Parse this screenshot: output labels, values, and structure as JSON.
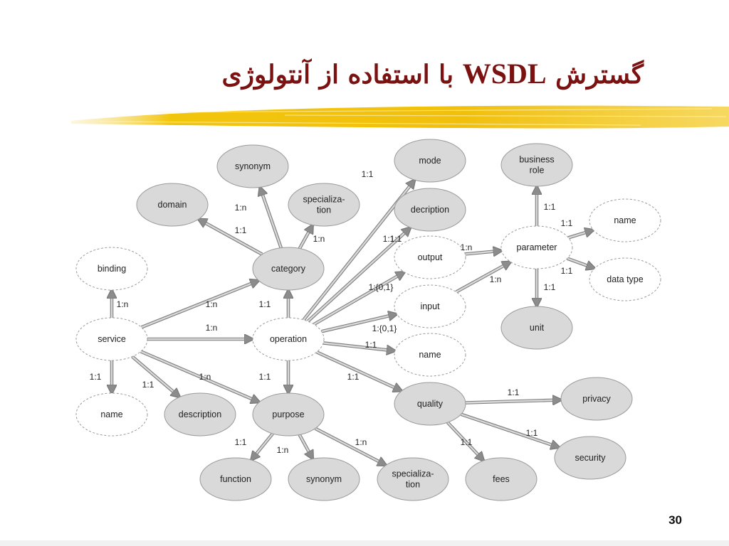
{
  "slide": {
    "title_pre": "گسترش ",
    "title_latin": "WSDL",
    "title_post": " با استفاده از آنتولوژی",
    "page_number": "30"
  },
  "colors": {
    "title": "#7b1212",
    "brush": "#f2c200",
    "filled_node": "#d9d9d9",
    "edge": "#8c8c8c"
  },
  "nodes": {
    "synonym_top": {
      "lines": [
        "synonym"
      ],
      "style": "filled"
    },
    "domain": {
      "lines": [
        "domain"
      ],
      "style": "filled"
    },
    "specialization_top": {
      "lines": [
        "specializa-",
        "tion"
      ],
      "style": "filled"
    },
    "category": {
      "lines": [
        "category"
      ],
      "style": "filled"
    },
    "binding": {
      "lines": [
        "binding"
      ],
      "style": "dashed"
    },
    "service": {
      "lines": [
        "service"
      ],
      "style": "dashed"
    },
    "operation": {
      "lines": [
        "operation"
      ],
      "style": "dashed"
    },
    "name_service": {
      "lines": [
        "name"
      ],
      "style": "dashed"
    },
    "description": {
      "lines": [
        "description"
      ],
      "style": "filled"
    },
    "purpose": {
      "lines": [
        "purpose"
      ],
      "style": "filled"
    },
    "function": {
      "lines": [
        "function"
      ],
      "style": "filled"
    },
    "synonym_bottom": {
      "lines": [
        "synonym"
      ],
      "style": "filled"
    },
    "specialization_bottom": {
      "lines": [
        "specializa-",
        "tion"
      ],
      "style": "filled"
    },
    "mode": {
      "lines": [
        "mode"
      ],
      "style": "filled"
    },
    "decription": {
      "lines": [
        "decription"
      ],
      "style": "filled"
    },
    "output": {
      "lines": [
        "output"
      ],
      "style": "dashed"
    },
    "input": {
      "lines": [
        "input"
      ],
      "style": "dashed"
    },
    "name_op": {
      "lines": [
        "name"
      ],
      "style": "dashed"
    },
    "quality": {
      "lines": [
        "quality"
      ],
      "style": "filled"
    },
    "business_role": {
      "lines": [
        "business",
        "role"
      ],
      "style": "filled"
    },
    "parameter": {
      "lines": [
        "parameter"
      ],
      "style": "dashed"
    },
    "name_param": {
      "lines": [
        "name"
      ],
      "style": "dashed"
    },
    "data_type": {
      "lines": [
        "data type"
      ],
      "style": "dashed"
    },
    "unit": {
      "lines": [
        "unit"
      ],
      "style": "filled"
    },
    "privacy": {
      "lines": [
        "privacy"
      ],
      "style": "filled"
    },
    "security": {
      "lines": [
        "security"
      ],
      "style": "filled"
    },
    "fees": {
      "lines": [
        "fees"
      ],
      "style": "filled"
    }
  },
  "edges": [
    {
      "from": "service",
      "to": "binding",
      "label": "1:n"
    },
    {
      "from": "service",
      "to": "category",
      "label": "1:n"
    },
    {
      "from": "service",
      "to": "operation",
      "label": "1:n"
    },
    {
      "from": "service",
      "to": "purpose",
      "label": "1:n"
    },
    {
      "from": "service",
      "to": "name_service",
      "label": "1:1"
    },
    {
      "from": "service",
      "to": "description",
      "label": "1:1"
    },
    {
      "from": "category",
      "to": "domain",
      "label": "1:1"
    },
    {
      "from": "category",
      "to": "synonym_top",
      "label": "1:n"
    },
    {
      "from": "category",
      "to": "specialization_top",
      "label": "1:n"
    },
    {
      "from": "operation",
      "to": "category",
      "label": "1:1"
    },
    {
      "from": "operation",
      "to": "purpose",
      "label": "1:1"
    },
    {
      "from": "operation",
      "to": "mode",
      "label": "1:1"
    },
    {
      "from": "operation",
      "to": "decription",
      "label": "1:1"
    },
    {
      "from": "operation",
      "to": "output",
      "label": ""
    },
    {
      "from": "operation",
      "to": "input",
      "label": "1:{0,1}"
    },
    {
      "from": "operation",
      "to": "name_op",
      "label": "1:1"
    },
    {
      "from": "operation",
      "to": "quality",
      "label": "1:1"
    },
    {
      "from": "output",
      "to": "parameter",
      "label": "1:n"
    },
    {
      "from": "input",
      "to": "parameter",
      "label": "1:n"
    },
    {
      "from": "parameter",
      "to": "business_role",
      "label": "1:1"
    },
    {
      "from": "parameter",
      "to": "name_param",
      "label": "1:1"
    },
    {
      "from": "parameter",
      "to": "data_type",
      "label": "1:1"
    },
    {
      "from": "parameter",
      "to": "unit",
      "label": "1:1"
    },
    {
      "from": "purpose",
      "to": "function",
      "label": "1:1"
    },
    {
      "from": "purpose",
      "to": "synonym_bottom",
      "label": "1:n"
    },
    {
      "from": "purpose",
      "to": "specialization_bottom",
      "label": "1:n"
    },
    {
      "from": "quality",
      "to": "privacy",
      "label": "1:1"
    },
    {
      "from": "quality",
      "to": "security",
      "label": "1:1"
    },
    {
      "from": "quality",
      "to": "fees",
      "label": "1:1"
    }
  ],
  "extra_labels": [
    "1:1",
    "1:{0,1}"
  ]
}
